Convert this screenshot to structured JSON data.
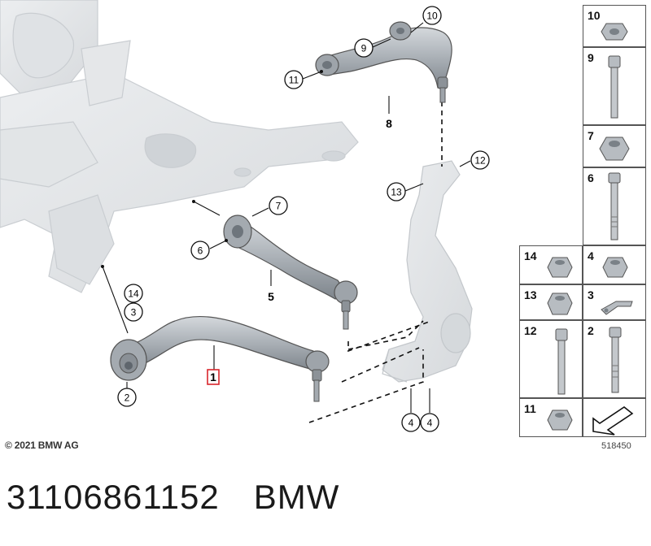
{
  "callouts": {
    "c1": "1",
    "c2": "2",
    "c3": "3",
    "c4a": "4",
    "c4b": "4",
    "c5": "5",
    "c6": "6",
    "c7": "7",
    "c8": "8",
    "c9": "9",
    "c10": "10",
    "c11": "11",
    "c12": "12",
    "c13": "13",
    "c14": "14"
  },
  "legend": {
    "r10": "10",
    "r9": "9",
    "r7": "7",
    "r6": "6",
    "r14": "14",
    "r4": "4",
    "r13": "13",
    "r3": "3",
    "r12": "12",
    "r2": "2",
    "r11": "11"
  },
  "copyright": "© 2021 BMW AG",
  "doc_number": "518450",
  "footer": {
    "part_number": "31106861152",
    "brand": "BMW"
  },
  "colors": {
    "highlight": "#d9262c",
    "part_fill": "#b9bec4",
    "ghost_fill": "#e6e8ea"
  },
  "icons": {
    "arrow_cell": "arrow-icon"
  }
}
